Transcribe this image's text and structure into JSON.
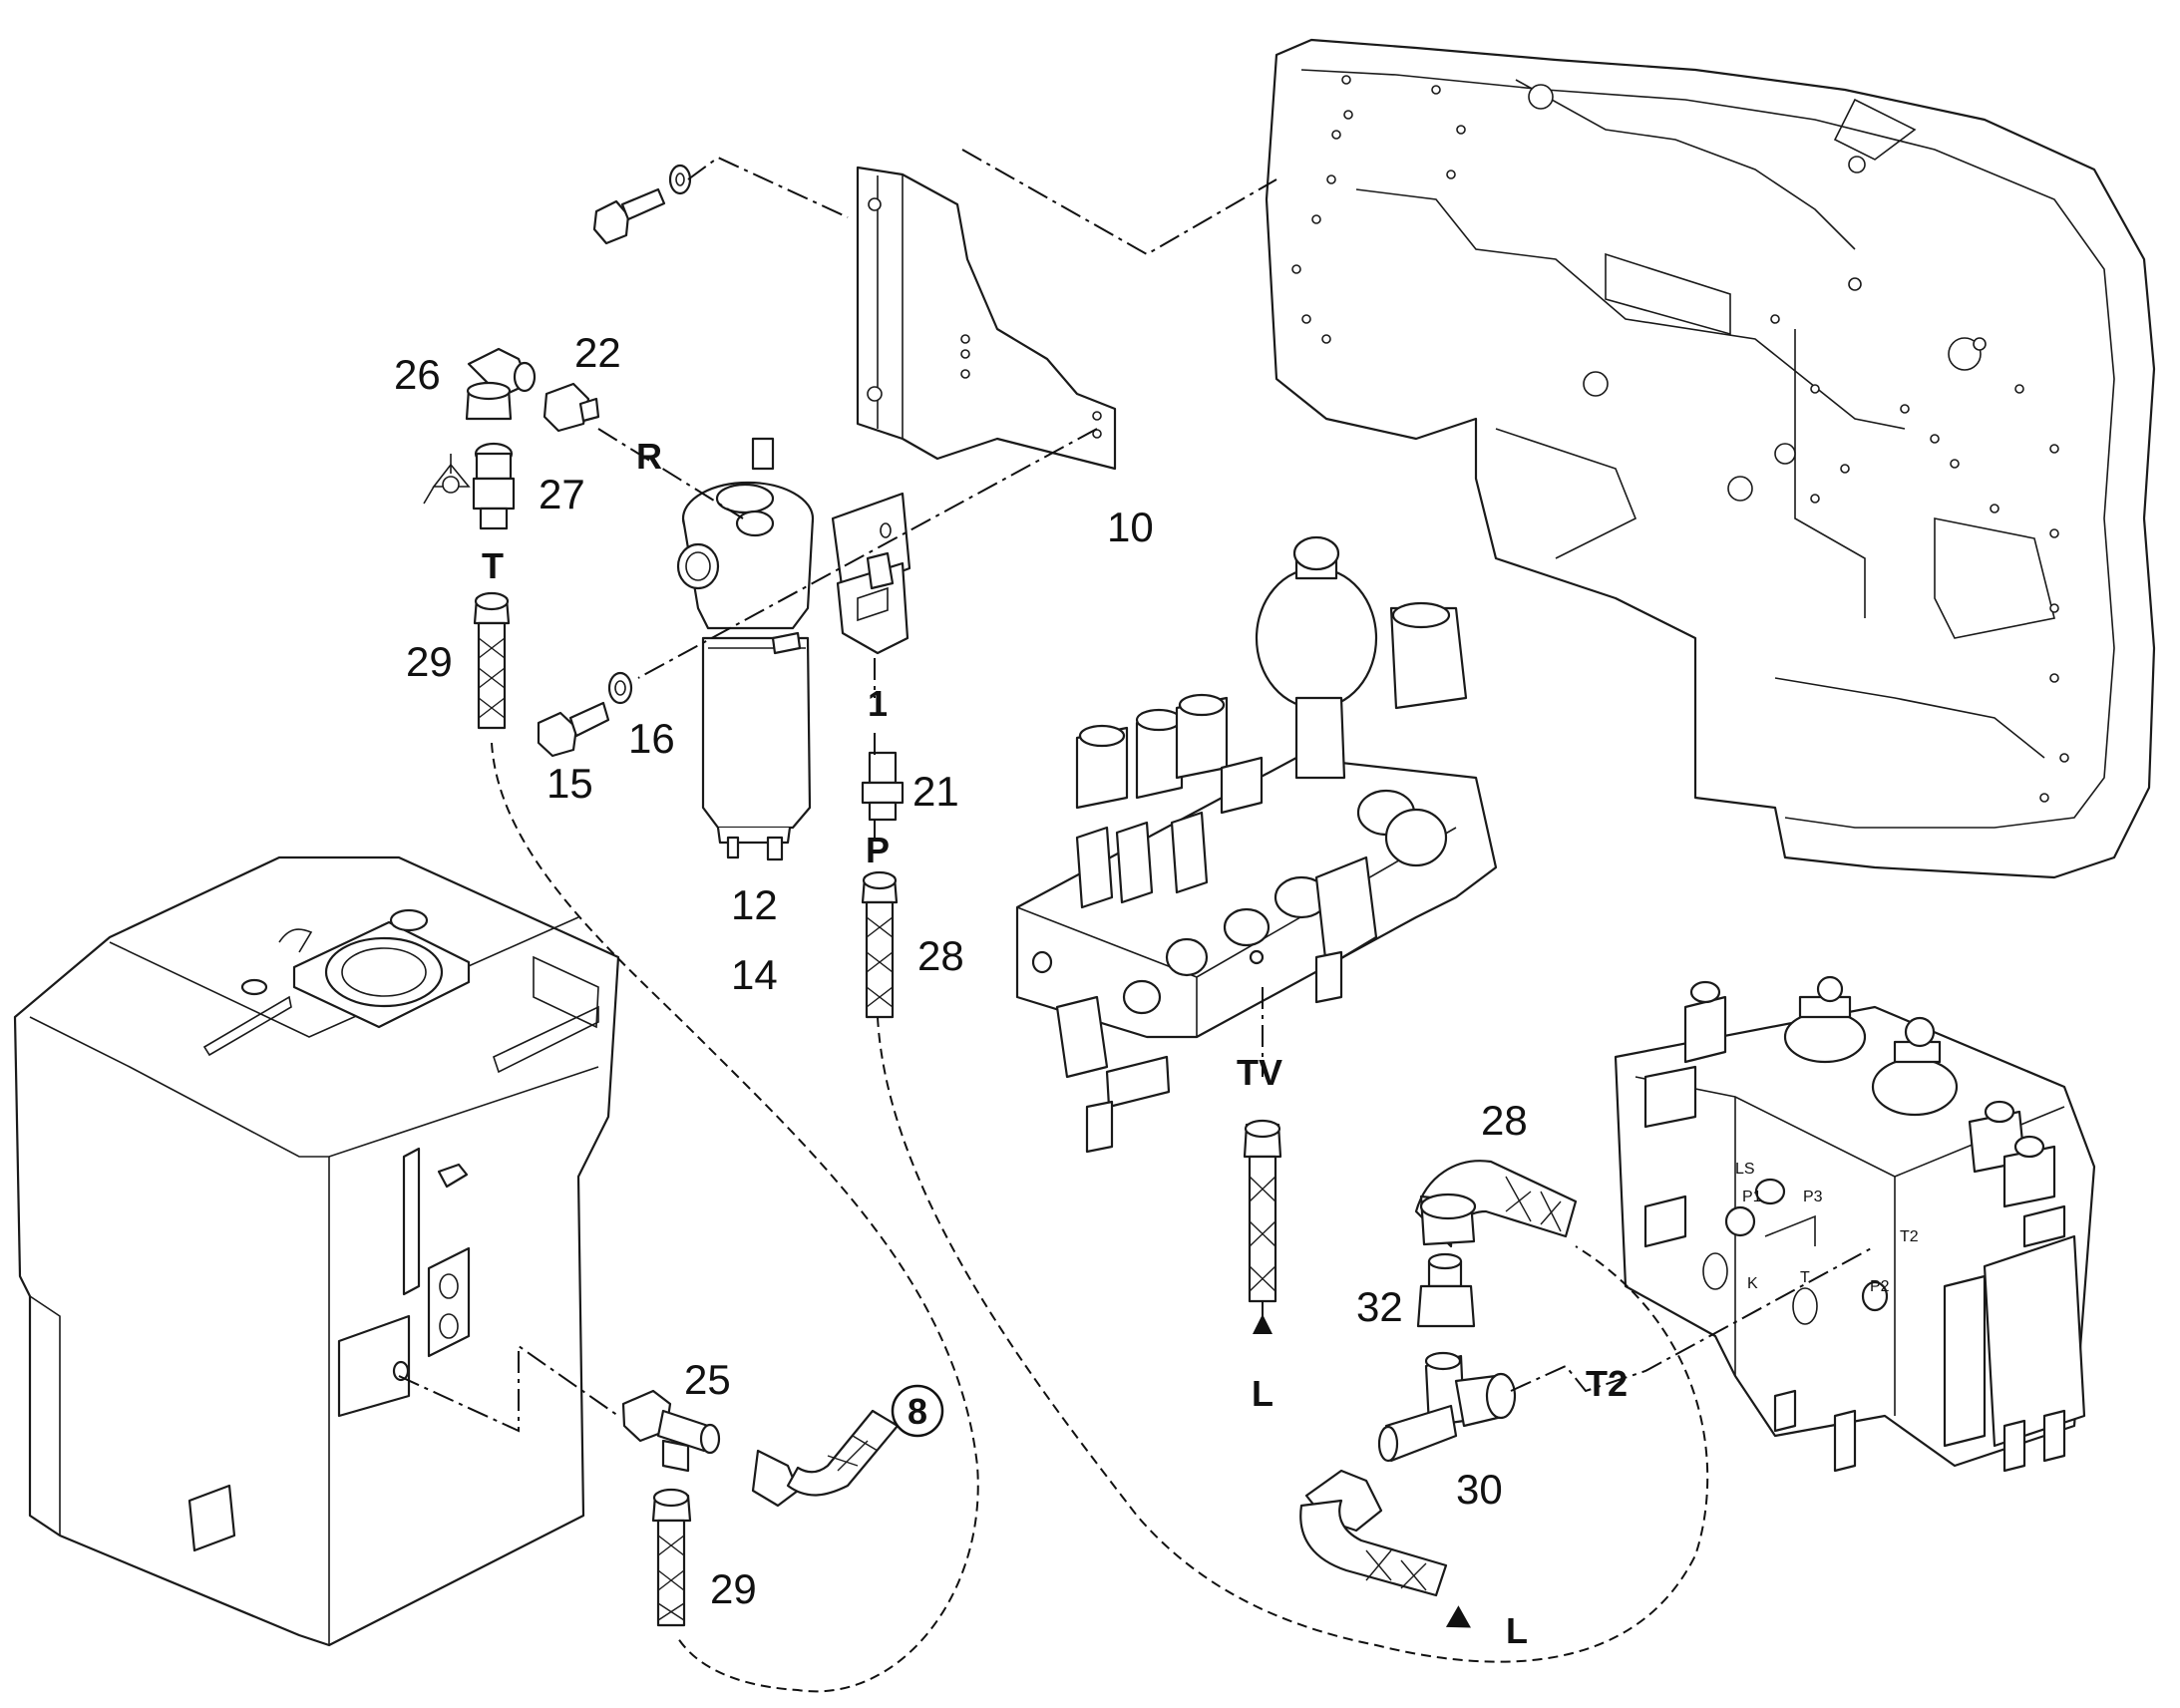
{
  "callouts": [
    {
      "id": "10",
      "text": "10"
    },
    {
      "id": "12",
      "text": "12"
    },
    {
      "id": "14",
      "text": "14"
    },
    {
      "id": "15",
      "text": "15"
    },
    {
      "id": "16",
      "text": "16"
    },
    {
      "id": "21",
      "text": "21"
    },
    {
      "id": "22",
      "text": "22"
    },
    {
      "id": "25",
      "text": "25"
    },
    {
      "id": "26",
      "text": "26"
    },
    {
      "id": "27",
      "text": "27"
    },
    {
      "id": "28a",
      "text": "28"
    },
    {
      "id": "28b",
      "text": "28"
    },
    {
      "id": "29a",
      "text": "29"
    },
    {
      "id": "29b",
      "text": "29"
    },
    {
      "id": "30",
      "text": "30"
    },
    {
      "id": "32",
      "text": "32"
    }
  ],
  "ports": {
    "R": "R",
    "T": "T",
    "one": "1",
    "P": "P",
    "TV": "TV",
    "L1": "L",
    "L2": "L",
    "T2": "T2",
    "ref8": "8"
  },
  "valve_marks": {
    "LS": "LS",
    "P1": "P1",
    "P3": "P3",
    "K": "K",
    "T": "T",
    "P2": "P2",
    "T2": "T2"
  },
  "colors": {
    "line": "#1a1a1a",
    "background": "#ffffff"
  }
}
